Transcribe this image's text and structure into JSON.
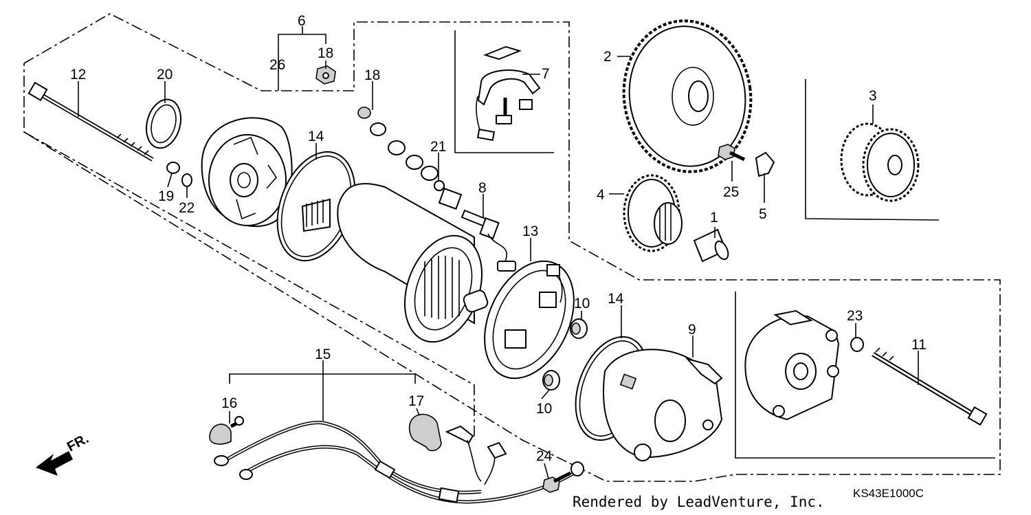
{
  "diagram": {
    "callouts": {
      "c1": "1",
      "c2": "2",
      "c3": "3",
      "c4": "4",
      "c5": "5",
      "c6": "6",
      "c7": "7",
      "c8": "8",
      "c9": "9",
      "c10a": "10",
      "c10b": "10",
      "c11": "11",
      "c12": "12",
      "c13": "13",
      "c14a": "14",
      "c14b": "14",
      "c15": "15",
      "c16": "16",
      "c17": "17",
      "c18a": "18",
      "c18b": "18",
      "c19": "19",
      "c20": "20",
      "c21": "21",
      "c22": "22",
      "c23": "23",
      "c24": "24",
      "c25": "25",
      "c26": "26"
    },
    "front_label": "FR.",
    "credit": "Rendered by LeadVenture, Inc.",
    "drawing_code": "KS43E1000C"
  }
}
